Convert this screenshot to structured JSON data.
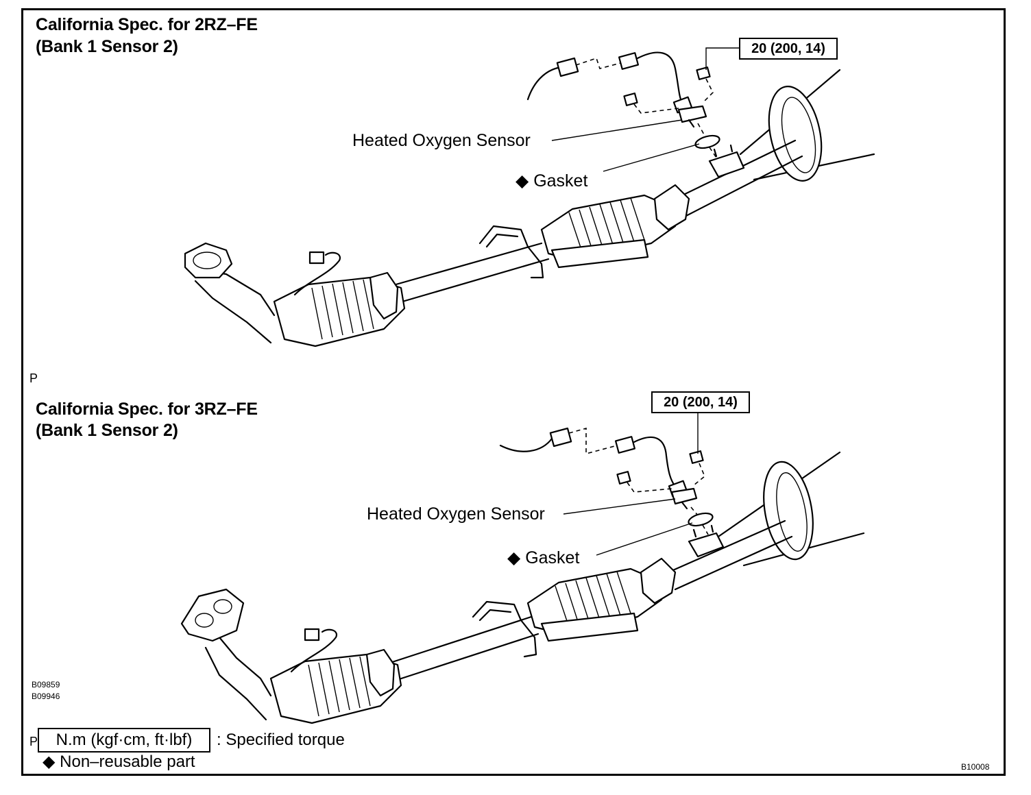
{
  "panels": [
    {
      "title_line1": "California Spec. for 2RZ–FE",
      "title_line2": "(Bank 1 Sensor 2)",
      "torque": "20 (200, 14)",
      "sensor_label": "Heated Oxygen Sensor",
      "gasket_label": "Gasket",
      "marker": "P"
    },
    {
      "title_line1": "California Spec. for 3RZ–FE",
      "title_line2": "(Bank 1 Sensor 2)",
      "torque": "20 (200, 14)",
      "sensor_label": "Heated Oxygen Sensor",
      "gasket_label": "Gasket",
      "marker": "P"
    }
  ],
  "figure_codes": [
    "B09859",
    "B09946"
  ],
  "legend": {
    "torque_unit": "N.m (kgf·cm, ft·lbf)",
    "torque_text": ": Specified torque",
    "nonreusable_text": "Non–reusable part"
  },
  "figure_id": "B10008",
  "icons": {
    "nonreusable_marker": "diamond-icon"
  }
}
